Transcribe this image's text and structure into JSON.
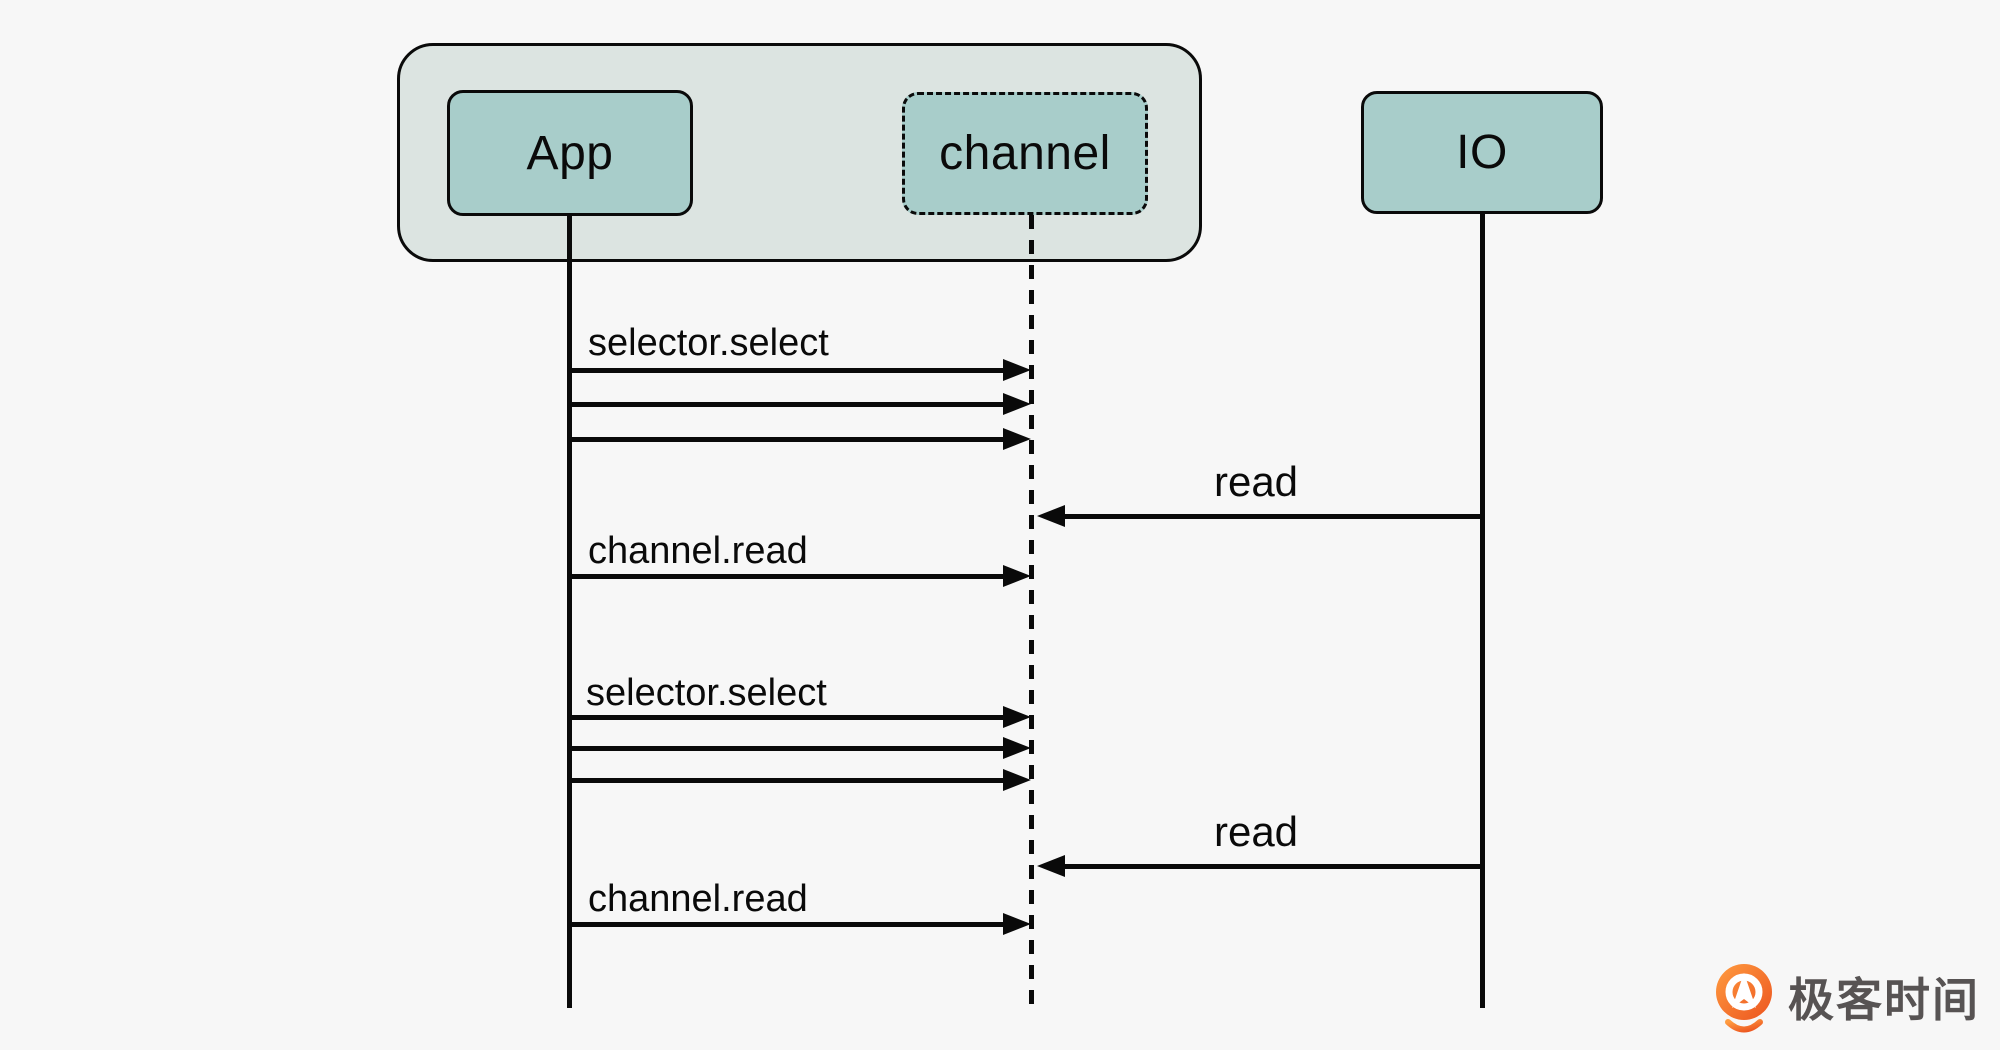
{
  "diagram": {
    "actors": {
      "app": "App",
      "channel": "channel",
      "io": "IO"
    },
    "messages": [
      {
        "label": "selector.select",
        "from": "App",
        "to": "channel",
        "arrows": 3
      },
      {
        "label": "read",
        "from": "IO",
        "to": "channel",
        "arrows": 1
      },
      {
        "label": "channel.read",
        "from": "App",
        "to": "channel",
        "arrows": 1
      },
      {
        "label": "selector.select",
        "from": "App",
        "to": "channel",
        "arrows": 3
      },
      {
        "label": "read",
        "from": "IO",
        "to": "channel",
        "arrows": 1
      },
      {
        "label": "channel.read",
        "from": "App",
        "to": "channel",
        "arrows": 1
      }
    ],
    "colors": {
      "background": "#f7f7f7",
      "group_fill": "#dce4e1",
      "node_fill": "#a8cdca",
      "line": "#0a0a0a",
      "logo_orange": "#ee5a21"
    }
  },
  "footer": {
    "logo_text": "极客时间"
  }
}
